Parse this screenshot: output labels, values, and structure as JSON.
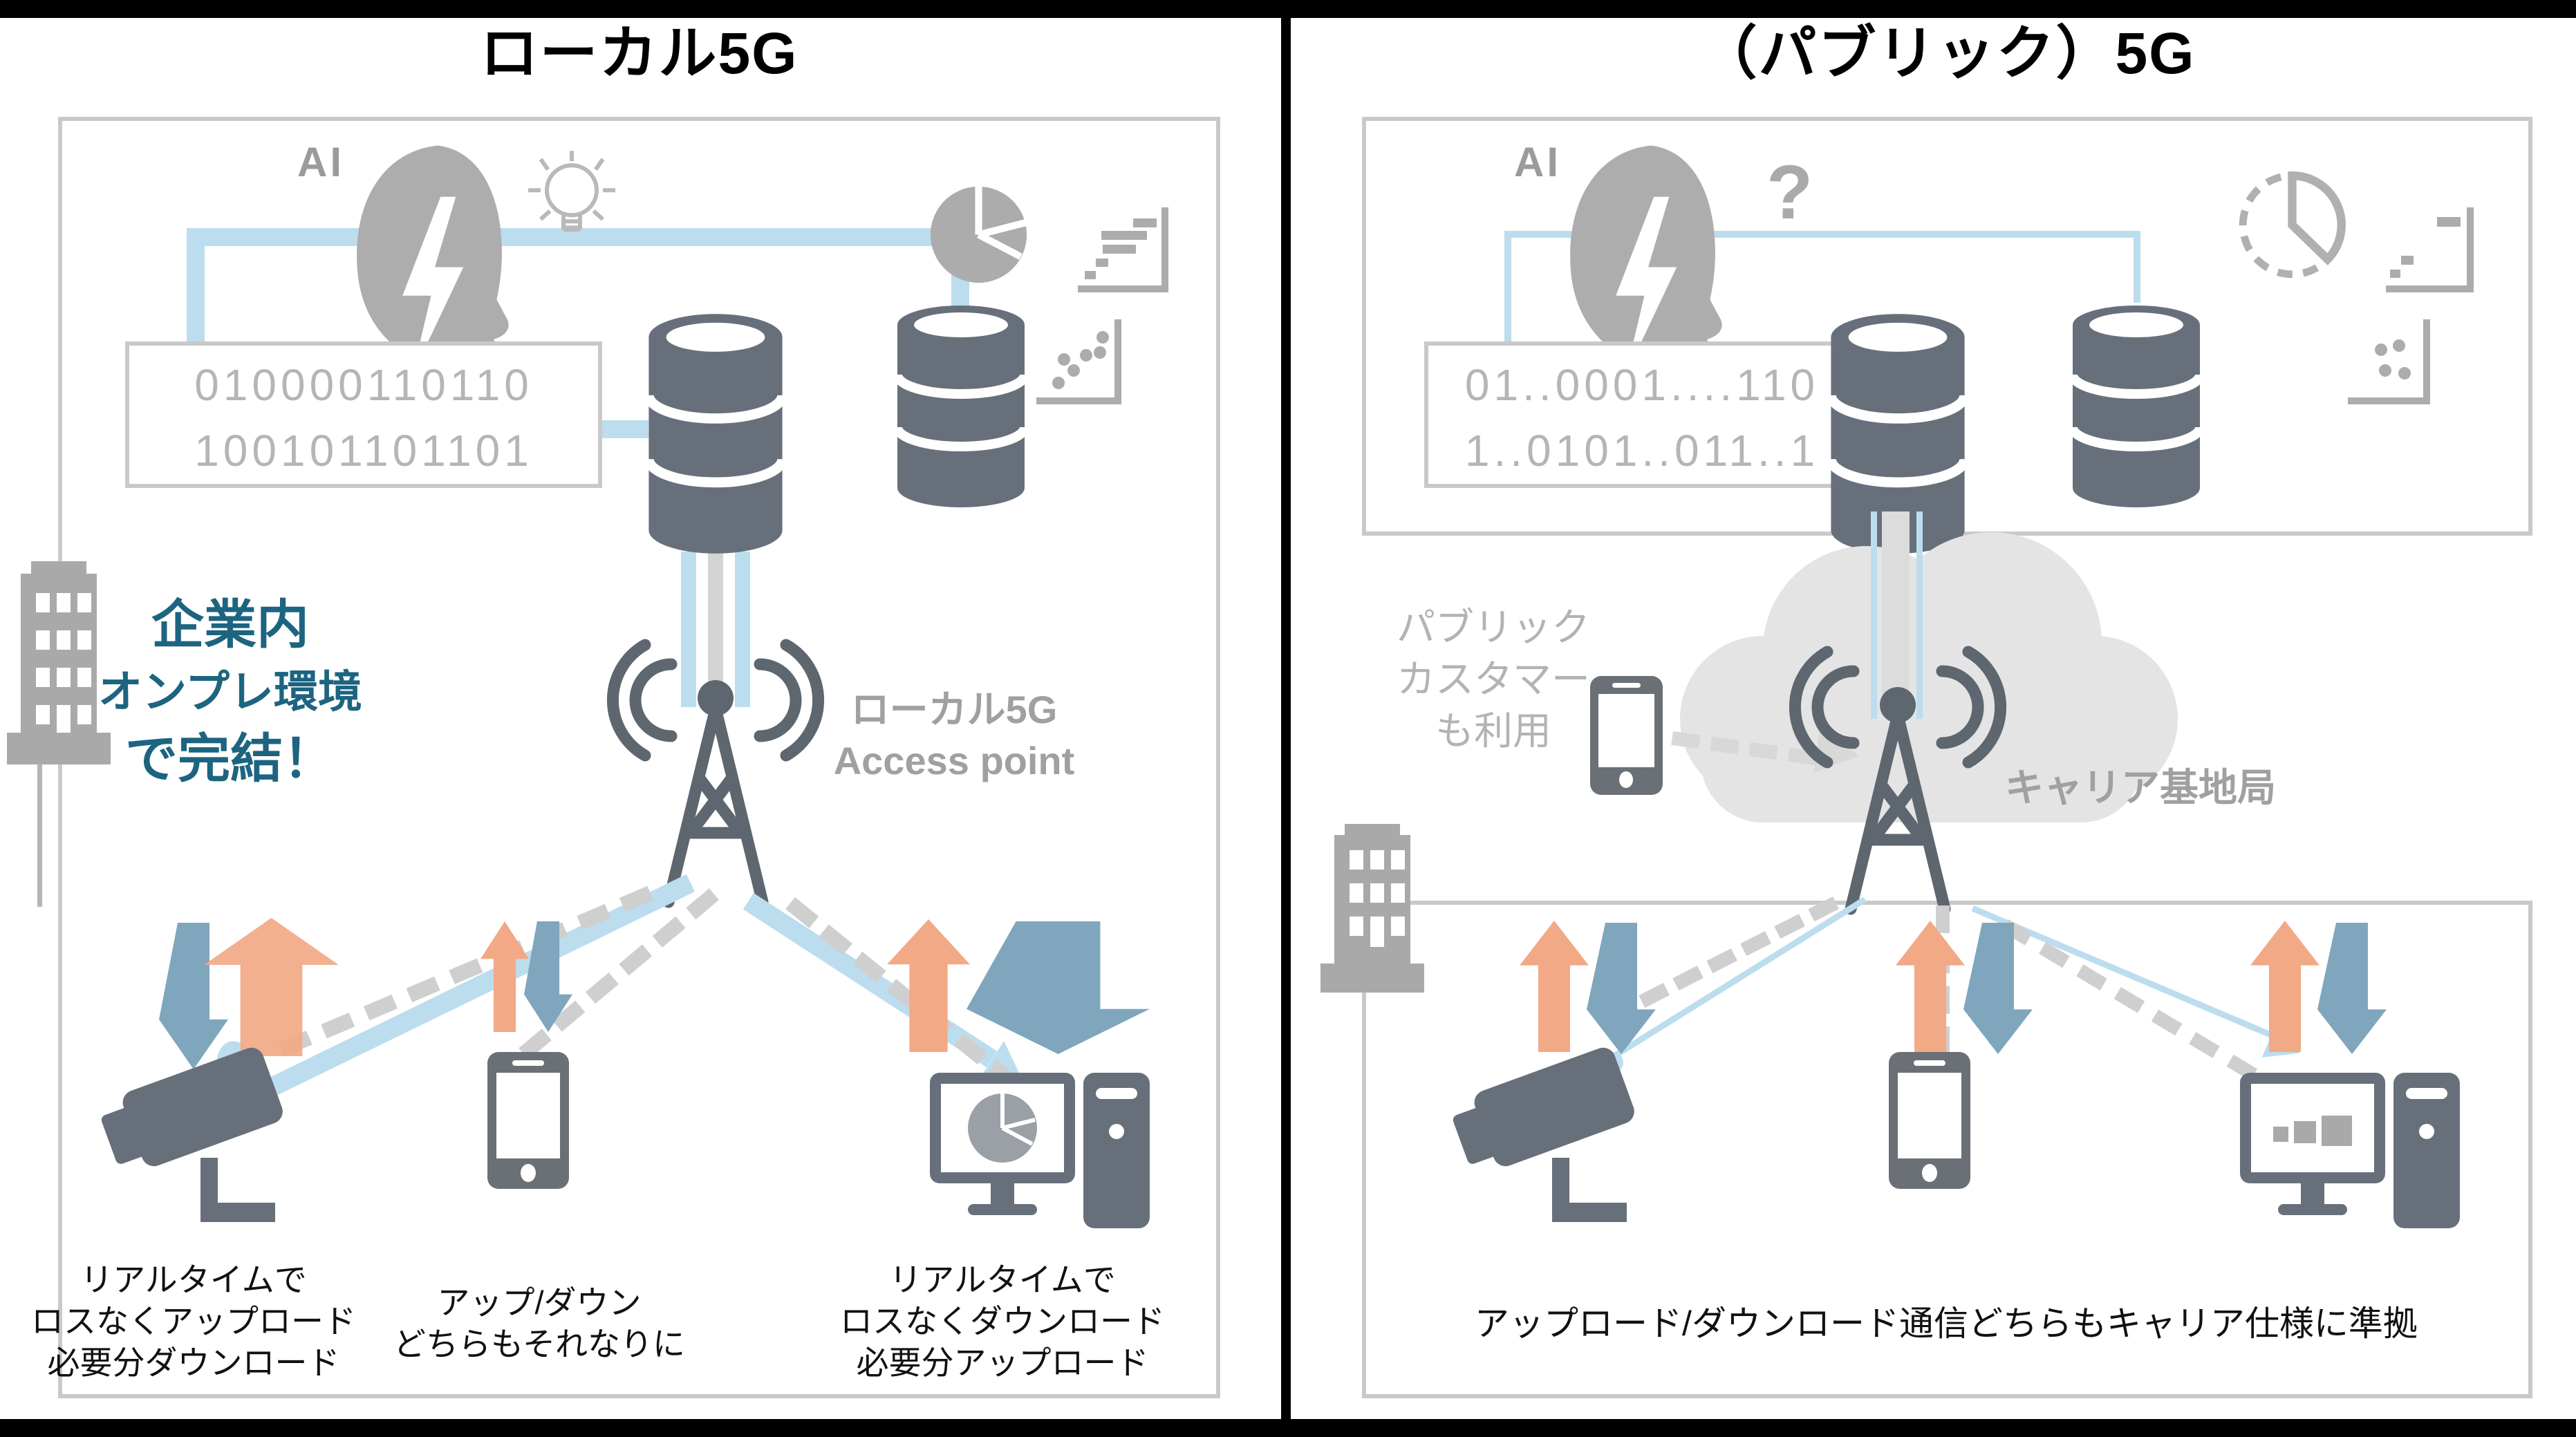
{
  "colors": {
    "accent_light_blue": "#bcddee",
    "download_blue": "#7fa6bc",
    "upload_orange": "#f2a985",
    "icon_dark_gray": "#67707a",
    "icon_light_gray": "#adadad",
    "onprem_teal": "#1d6480",
    "box_border_gray": "#c9c9c9",
    "cloud_gray": "#e4e4e4",
    "divider_black": "#000000"
  },
  "left": {
    "title": "ローカル5G",
    "ai_label": "AI",
    "binary_lines": [
      "010000110110",
      "100101101101"
    ],
    "onprem_lines": [
      "企業内",
      "オンプレ環境",
      "で完結！"
    ],
    "ap_label_lines": [
      "ローカル5G",
      "Access point"
    ],
    "captions": [
      [
        "リアルタイムで",
        "ロスなくアップロード",
        "必要分ダウンロード"
      ],
      [
        "アップ/ダウン",
        "どちらもそれなりに"
      ],
      [
        "リアルタイムで",
        "ロスなくダウンロード",
        "必要分アップロード"
      ]
    ]
  },
  "right": {
    "title": "（パブリック）5G",
    "ai_label": "AI",
    "question_mark": "?",
    "binary_lines": [
      "01..0001....110",
      "1..0101..011..1"
    ],
    "customer_lines": [
      "パブリック",
      "カスタマー",
      "も利用"
    ],
    "base_station_label": "キャリア基地局",
    "caption": "アップロード/ダウンロード通信どちらもキャリア仕様に準拠"
  }
}
